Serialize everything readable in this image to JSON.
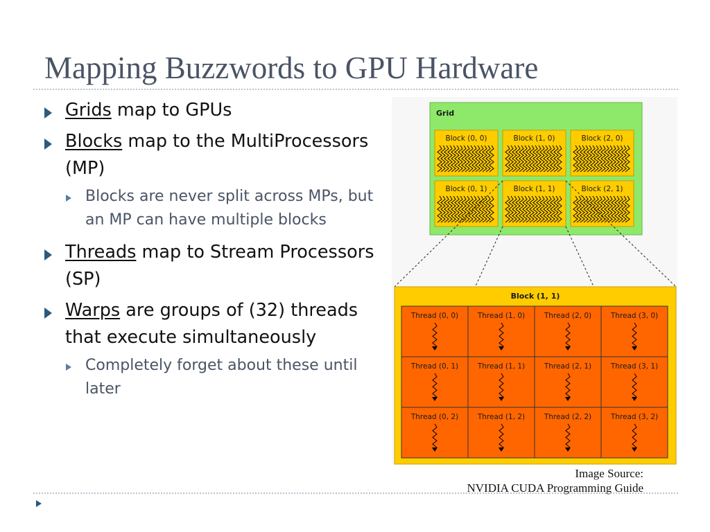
{
  "slide": {
    "title": "Mapping Buzzwords to GPU Hardware",
    "bullets": [
      {
        "term": "Grids",
        "text": " map to GPUs"
      },
      {
        "term": "Blocks",
        "text": " map to the MultiProcessors (MP)"
      },
      {
        "text": "Blocks are never split across MPs, but an MP can have multiple blocks"
      },
      {
        "term": "Threads",
        "text": " map to Stream Processors (SP)"
      },
      {
        "term": "Warps",
        "text": " are groups of (32) threads that execute simultaneously"
      },
      {
        "text": "Completely forget about these until later"
      }
    ]
  },
  "figure": {
    "grid_label": "Grid",
    "blocks": [
      "Block (0, 0)",
      "Block (1, 0)",
      "Block (2, 0)",
      "Block (0, 1)",
      "Block (1, 1)",
      "Block (2, 1)"
    ],
    "block_detail_label": "Block (1, 1)",
    "threads": [
      "Thread (0, 0)",
      "Thread (1, 0)",
      "Thread (2, 0)",
      "Thread (3, 0)",
      "Thread (0, 1)",
      "Thread (1, 1)",
      "Thread (2, 1)",
      "Thread (3, 1)",
      "Thread (0, 2)",
      "Thread (1, 2)",
      "Thread (2, 2)",
      "Thread (3, 2)"
    ],
    "colors": {
      "grid": "#8ee86a",
      "block": "#ffcc00",
      "thread": "#ff6600",
      "warp": "#000000"
    },
    "source_line1": "Image Source:",
    "source_line2": "NVIDIA CUDA Programming Guide"
  }
}
